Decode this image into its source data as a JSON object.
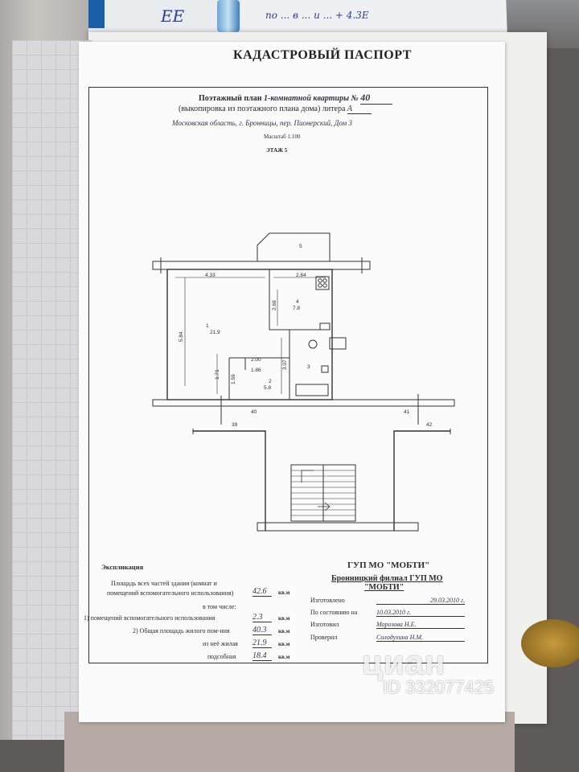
{
  "header": {
    "passport_title": "КАДАСТРОВЫЙ ПАСПОРТ",
    "plan_title_prefix": "Поэтажный план",
    "plan_title_main": "1-комнатной квартиры №",
    "apartment_no": "40",
    "extract_note": "(выкопировка из поэтажного плана дома) литера",
    "litera": "А",
    "address": "Московская область, г. Бронницы, пер. Пионерский, Дом 3",
    "scale": "Масштаб 1:100",
    "floor": "ЭТАЖ 5"
  },
  "plan": {
    "rooms": [
      {
        "no": "1",
        "area": "21.9"
      },
      {
        "no": "2",
        "area": "5.8"
      },
      {
        "no": "3",
        "area": ""
      },
      {
        "no": "4",
        "area": "7.8"
      },
      {
        "no": "5",
        "area": ""
      }
    ],
    "dims": {
      "d433": "4.33",
      "d284": "2.84",
      "d269": "2.69",
      "d584": "5.84",
      "d200": "2.00",
      "d186": "1.86",
      "d307": "3.07",
      "d171": "1.71",
      "d159": "1.59"
    },
    "apt_labels": {
      "a40": "40",
      "a41": "41",
      "a39": "39",
      "a42": "42"
    }
  },
  "explication": {
    "title": "Экспликация",
    "total_label_1": "Площадь всех частей здания (комнат и",
    "total_label_2": "помещений вспомогательного использования)",
    "total_value": "42.6",
    "unit": "кв.м",
    "including": "в том числе:",
    "aux_label": "1) помещений вспомогательного использования",
    "aux_value": "2.3",
    "living_total_label": "2) Общая площадь жилого пом-ния",
    "living_total_value": "40.3",
    "living_label": "из неё жилая",
    "living_value": "21.9",
    "utility_label": "подсобная",
    "utility_value": "18.4"
  },
  "org": {
    "name": "ГУП МО \"МОБТИ\"",
    "branch_1": "Бронницкий филиал ГУП МО",
    "branch_2": "\"МОБТИ\"",
    "made_label": "Изготовлено",
    "made_value": "29.03.2010 г.",
    "state_label": "По состоянию на",
    "state_value": "10.03.2010 г.",
    "maker_label": "Изготовил",
    "maker_value": "Морозова Н.Е.",
    "checker_label": "Проверил",
    "checker_value": "Солодухина Н.М."
  },
  "watermark": {
    "logo": "циан",
    "id": "ID 332077425"
  },
  "desk": {
    "note_a": "ЕЕ",
    "note_b": "по ... в ... и ... + 4.3Е"
  },
  "colors": {
    "ink": "#2b2b2b",
    "paper": "#fbfbfb",
    "desk": "#5d5a58"
  }
}
